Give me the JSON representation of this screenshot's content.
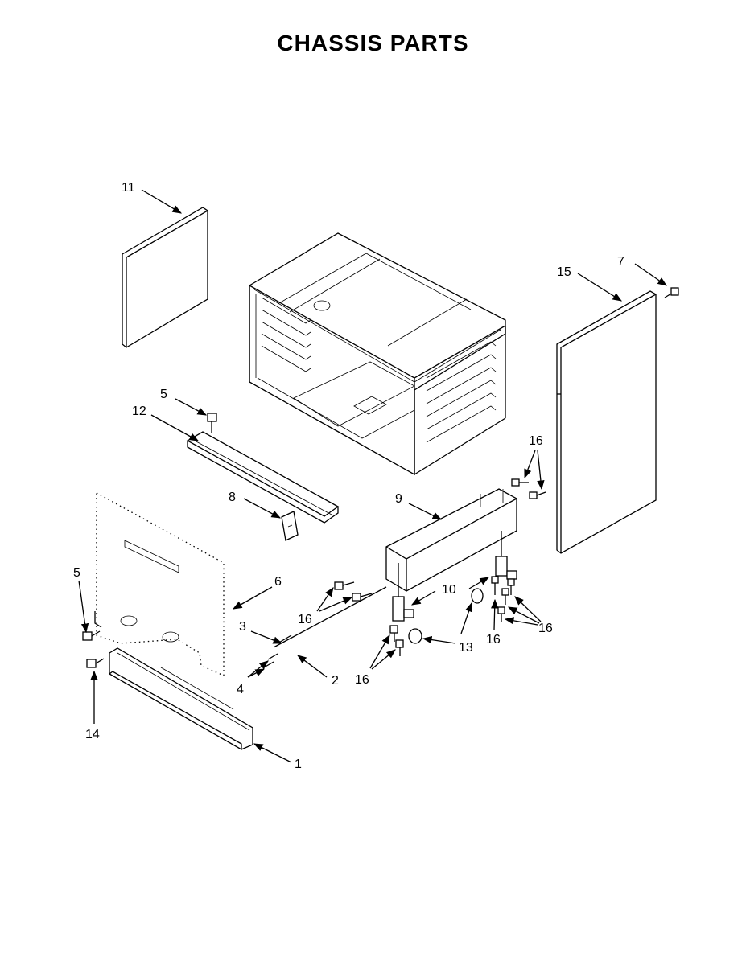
{
  "diagram": {
    "title": "CHASSIS PARTS",
    "part_labels": [
      {
        "key": "p1",
        "text": "1"
      },
      {
        "key": "p2",
        "text": "2"
      },
      {
        "key": "p3",
        "text": "3"
      },
      {
        "key": "p4",
        "text": "4"
      },
      {
        "key": "p5a",
        "text": "5"
      },
      {
        "key": "p5b",
        "text": "5"
      },
      {
        "key": "p6",
        "text": "6"
      },
      {
        "key": "p7",
        "text": "7"
      },
      {
        "key": "p8",
        "text": "8"
      },
      {
        "key": "p9",
        "text": "9"
      },
      {
        "key": "p10",
        "text": "10"
      },
      {
        "key": "p11",
        "text": "11"
      },
      {
        "key": "p12",
        "text": "12"
      },
      {
        "key": "p13",
        "text": "13"
      },
      {
        "key": "p14",
        "text": "14"
      },
      {
        "key": "p15",
        "text": "15"
      },
      {
        "key": "p16a",
        "text": "16"
      },
      {
        "key": "p16b",
        "text": "16"
      },
      {
        "key": "p16c",
        "text": "16"
      },
      {
        "key": "p16d",
        "text": "16"
      },
      {
        "key": "p16e",
        "text": "16"
      }
    ]
  }
}
